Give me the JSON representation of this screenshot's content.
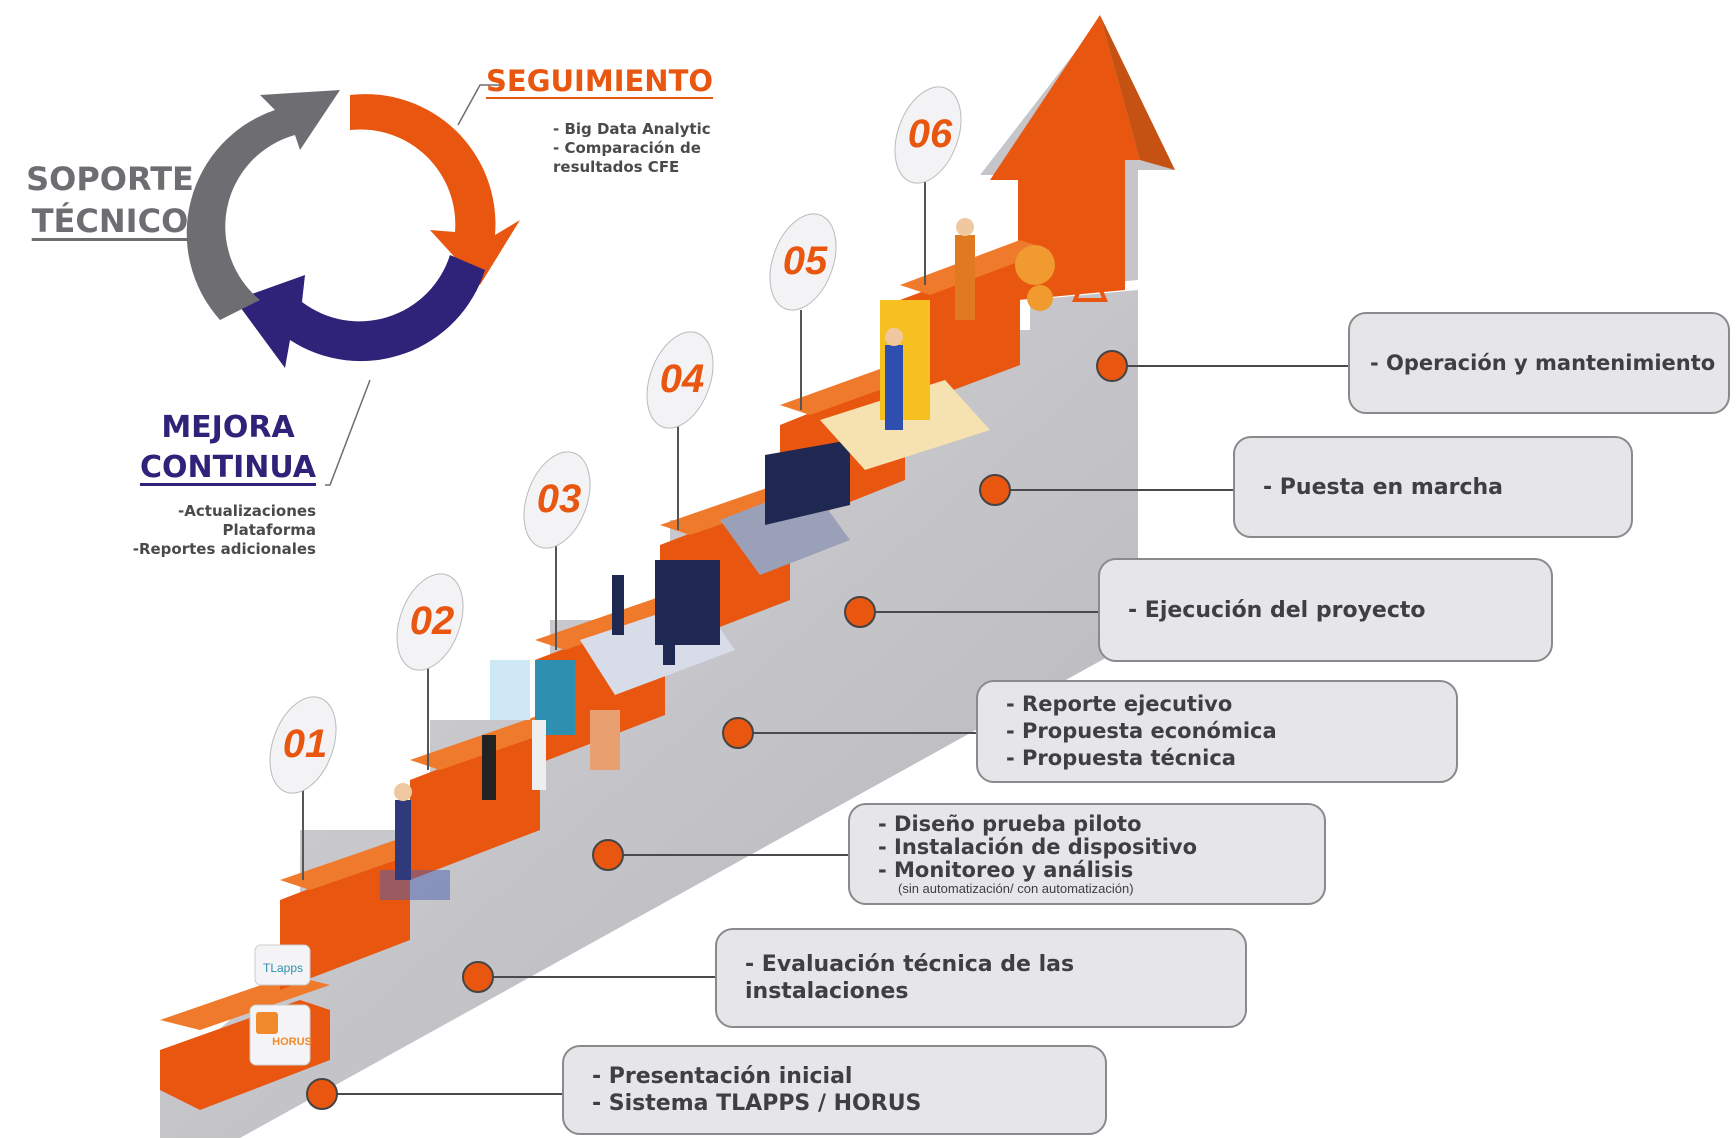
{
  "cycle": {
    "seguimiento": {
      "title": "SEGUIMIENTO",
      "items": [
        "- Big Data Analytic",
        "- Comparación de",
        "resultados CFE"
      ]
    },
    "soporte": {
      "line1": "SOPORTE",
      "line2": "TÉCNICO"
    },
    "mejora": {
      "line1": "MEJORA",
      "line2": "CONTINUA",
      "items": [
        "-Actualizaciones Plataforma",
        "-Reportes adicionales"
      ]
    }
  },
  "steps": [
    "01",
    "02",
    "03",
    "04",
    "05",
    "06"
  ],
  "logos": {
    "tlapps": "TLapps",
    "horus": "HORUS"
  },
  "boxes": [
    {
      "lines": [
        "- Presentación inicial",
        "- Sistema TLAPPS / HORUS"
      ]
    },
    {
      "lines": [
        "- Evaluación técnica de las instalaciones"
      ]
    },
    {
      "lines": [
        "- Diseño prueba piloto",
        "- Instalación de dispositivo",
        "- Monitoreo y análisis"
      ],
      "note": "(sin automatización/ con automatización)"
    },
    {
      "lines": [
        "- Reporte ejecutivo",
        "- Propuesta económica",
        "- Propuesta técnica"
      ]
    },
    {
      "lines": [
        "- Ejecución del proyecto"
      ]
    },
    {
      "lines": [
        "- Puesta en marcha"
      ]
    },
    {
      "lines": [
        "- Operación y mantenimiento"
      ]
    }
  ],
  "colors": {
    "orange": "#e8560f",
    "orange_light": "#f07a2c",
    "gray_arrow": "#6e6e72",
    "navy": "#2e2378",
    "stair_gray": "#c9c9cd",
    "box_fill": "#e6e6e8"
  }
}
